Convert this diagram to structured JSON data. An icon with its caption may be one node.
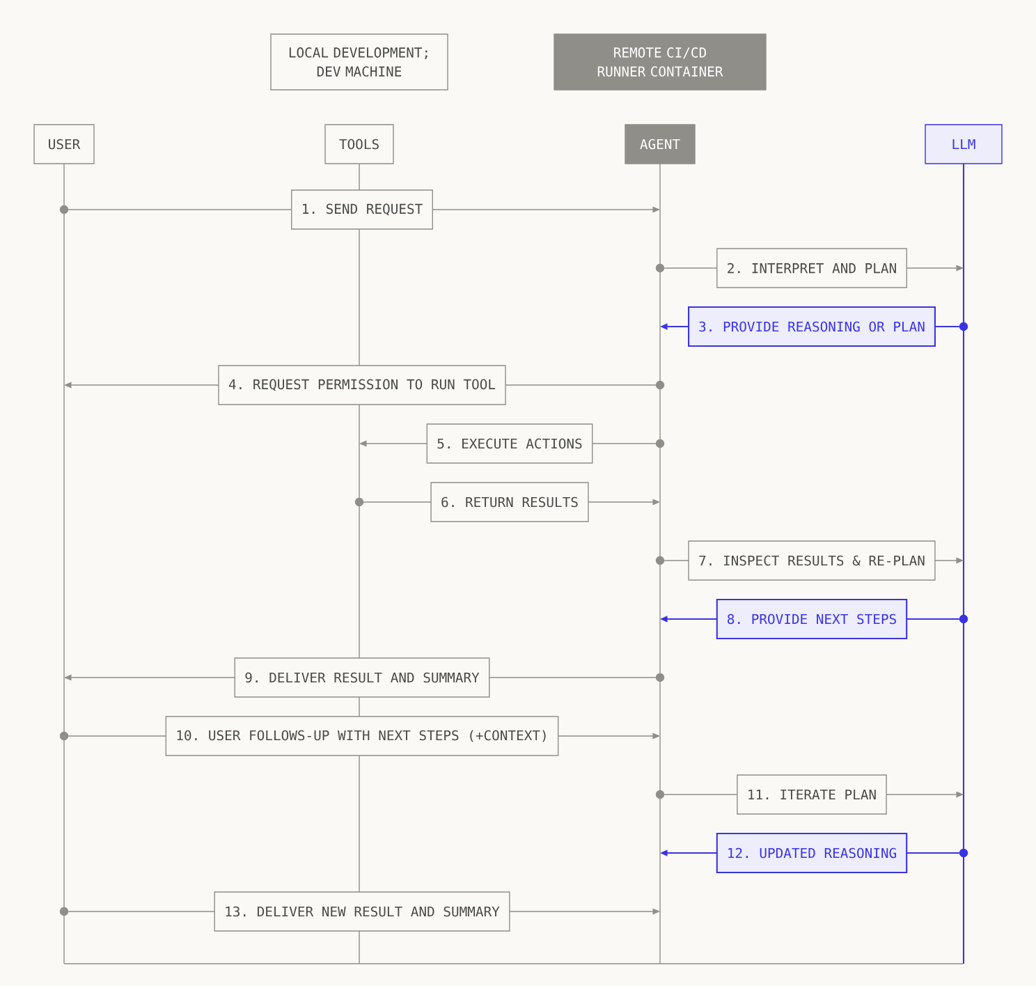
{
  "diagram": {
    "nodes": [
      {
        "text": [
          "LOCAL DEVELOPMENT; DEV MACHINE"
        ]
      },
      {
        "text": [
          "REMOTE CI/CD RUNNER CONTAINER"
        ]
      },
      {
        "text": [
          "USER"
        ]
      },
      {
        "text": [
          "TOOLS"
        ]
      },
      {
        "text": [
          "AGENT"
        ]
      },
      {
        "text": [
          "LLM"
        ]
      }
    ],
    "edges": [
      {
        "from": 2,
        "to": 4,
        "arrow": "to",
        "label": "1. SEND REQUEST"
      },
      {
        "from": 4,
        "to": 5,
        "arrow": "to",
        "label": "2. INTERPRET AND PLAN"
      },
      {
        "from": 5,
        "to": 4,
        "arrow": "to",
        "label": "3. PROVIDE REASONING OR PLAN",
        "color": "#3b33e3"
      },
      {
        "from": 4,
        "to": 2,
        "arrow": "to",
        "label": "4. REQUEST PERMISSION TO RUN TOOL"
      },
      {
        "from": 4,
        "to": 3,
        "arrow": "to",
        "label": "5. EXECUTE ACTIONS"
      },
      {
        "from": 3,
        "to": 4,
        "arrow": "to",
        "label": "6. RETURN RESULTS"
      },
      {
        "from": 4,
        "to": 5,
        "arrow": "to",
        "label": "7. INSPECT RESULTS & RE-PLAN"
      },
      {
        "from": 5,
        "to": 4,
        "arrow": "to",
        "label": "8. PROVIDE NEXT STEPS",
        "color": "#3b33e3"
      },
      {
        "from": 4,
        "to": 2,
        "arrow": "to",
        "label": "9. DELIVER RESULT AND SUMMARY"
      },
      {
        "from": 2,
        "to": 4,
        "arrow": "to",
        "label": "10. USER FOLLOWS-UP WITH NEXT STEPS (+CONTEXT)"
      },
      {
        "from": 4,
        "to": 5,
        "arrow": "to",
        "label": "11. ITERATE PLAN"
      },
      {
        "from": 5,
        "to": 4,
        "arrow": "to",
        "label": "12. UPDATED REASONING",
        "color": "#3b33e3"
      },
      {
        "from": 2,
        "to": 4,
        "arrow": "to",
        "label": "13. DELIVER NEW RESULT AND SUMMARY"
      }
    ]
  }
}
